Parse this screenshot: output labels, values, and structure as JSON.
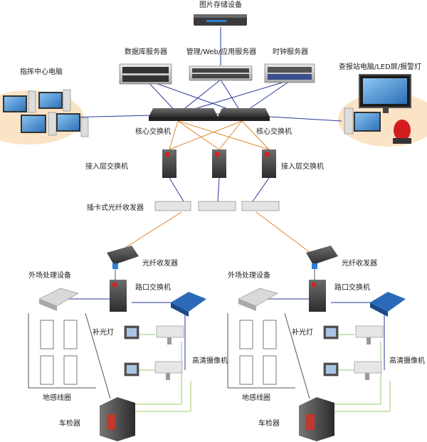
{
  "labels": {
    "image_storage": "图片存储设备",
    "db_server": "数据库服务器",
    "mgmt_server": "管理/Web/应用服务器",
    "clock_server": "时钟服务器",
    "command_pc": "指挥中心电脑",
    "station_pc": "查报站电脑/LED屏/报警灯",
    "core_switch_left": "核心交换机",
    "core_switch_right": "核心交换机",
    "access_switch_left": "接入层交换机",
    "access_switch_right": "接入层交换机",
    "card_transceiver": "插卡式光纤收发器",
    "left": {
      "fiber_transceiver": "光纤收发器",
      "outdoor_device": "外场处理设备",
      "intersection_switch": "路口交换机",
      "fill_light": "补光灯",
      "hd_camera": "高清摄像机",
      "loop": "地感线圈",
      "detector": "车检器"
    },
    "right": {
      "fiber_transceiver": "光纤收发器",
      "outdoor_device": "外场处理设备",
      "intersection_switch": "路口交换机",
      "fill_light": "补光灯",
      "hd_camera": "高清摄像机",
      "loop": "地感线圈",
      "detector": "车检器"
    }
  },
  "colors": {
    "link_blue": "#2a3a9a",
    "link_orange": "#d98a2a",
    "link_green": "#9bcc6a",
    "link_gray": "#555555",
    "ellipse_fill": "#fbe3c6"
  }
}
